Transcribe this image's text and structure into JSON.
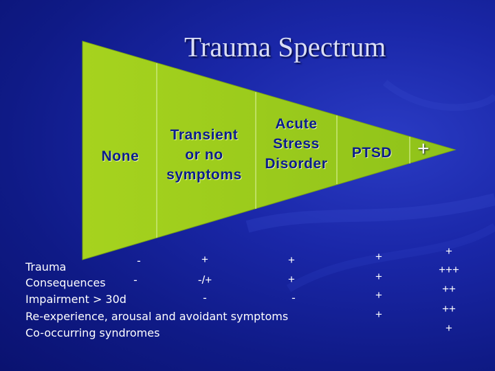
{
  "slide": {
    "title": "Trauma Spectrum",
    "colors": {
      "background": "#1a27a8",
      "funnel_fill": "#9ccc1c",
      "stage_text": "#0b1d8c",
      "body_text": "#ffffff"
    }
  },
  "spectrum": {
    "stages": [
      {
        "lines": [
          "None"
        ]
      },
      {
        "lines": [
          "Transient",
          "or no",
          "symptoms"
        ]
      },
      {
        "lines": [
          "Acute",
          "Stress",
          "Disorder"
        ]
      },
      {
        "lines": [
          "PTSD"
        ]
      }
    ],
    "outside_marker": "+"
  },
  "table": {
    "rows": [
      "Trauma",
      "Consequences",
      "Impairment > 30d",
      "Re-experience, arousal and avoidant symptoms",
      "Co-occurring syndromes"
    ],
    "col_none": [
      "-",
      "-"
    ],
    "col_transient": [
      "+",
      "-/+",
      "-"
    ],
    "col_acute": [
      "+",
      "+",
      "-"
    ],
    "col_ptsd": [
      "+",
      "+",
      "+",
      "+"
    ],
    "col_plus": [
      "+",
      "+++",
      "++",
      "++",
      "+"
    ]
  }
}
